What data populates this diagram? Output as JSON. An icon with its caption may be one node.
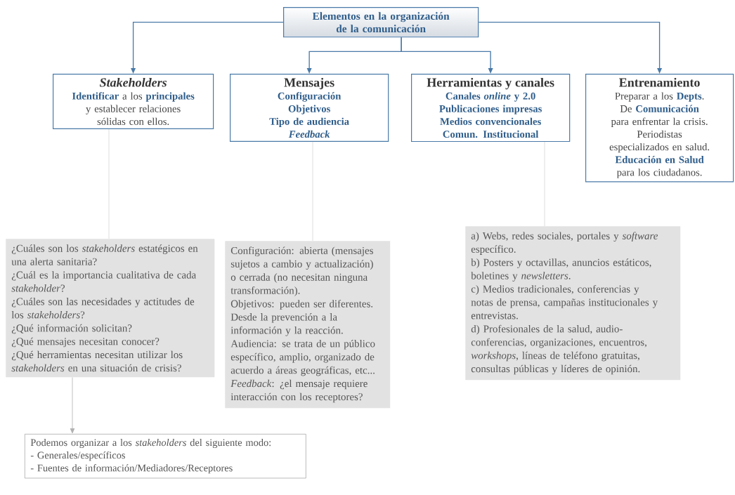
{
  "diagram": {
    "nodes": [
      {
        "text": [
          "Elementos en la organización de la comunicación"
        ]
      },
      {
        "text": [
          "*Stakeholders*",
          "**Identificar** a los **principales** y establecer relaciones sólidas con ellos."
        ]
      },
      {
        "text": [
          "Mensajes",
          "Configuración",
          "Objetivos",
          "Tipo de audiencia",
          "*Feedback*"
        ]
      },
      {
        "text": [
          "Herramientas y canales",
          "Canales *online* y 2.0",
          "Publicaciones impresas",
          "Medios convencionales",
          "Comun. Institucional"
        ]
      },
      {
        "text": [
          "Entrenamiento",
          "Preparar a los **Depts**. De **Comunicación** para enfrentar la crisis.",
          "Periodistas especializados en salud.",
          "**Educación en Salud** para los ciudadanos."
        ]
      },
      {
        "text": [
          "¿Cuáles son los *stakeholders* estatégicos en una alerta sanitaria?",
          "¿Cuál es la importancia cualitativa de cada *stakeholder*?",
          "¿Cuáles son las necesidades y actitudes de los *stakeholders*?",
          "¿Qué información solicitan?",
          "¿Qué mensajes necesitan conocer?",
          "¿Qué herramientas necesitan utilizar los *stakeholders* en una situación de crisis?"
        ]
      },
      {
        "text": [
          "Configuración: abierta (mensajes sujetos a cambio y actualización) o cerrada (no necesitan ninguna transformación).",
          "Objetivos: pueden ser diferentes. Desde la prevención a la información y la reacción.",
          "Audiencia: se trata de un público específico, amplio, organizado de acuerdo a áreas geográficas, etc...",
          "*Feedback*: ¿el mensaje requiere interacción con los receptores?"
        ]
      },
      {
        "text": [
          "a) Webs, redes sociales, portales y *software* específico.",
          "b) Posters y octavillas, anuncios estáticos, boletines y *newsletters*.",
          "c) Medios tradicionales, conferencias y notas de prensa, campañas institucionales y entrevistas.",
          "d) Profesionales de la salud, audio-conferencias, organizaciones, encuentros, *workshops*, líneas de teléfono gratuitas, consultas públicas y líderes de opinión."
        ]
      },
      {
        "text": [
          "Podemos organizar a los *stakeholders* del siguiente modo:",
          "- Generales/específicos",
          "- Fuentes de información/Mediadores/Receptores"
        ]
      }
    ],
    "edges": [
      {
        "from": 0,
        "to": 1,
        "arrow": "to"
      },
      {
        "from": 0,
        "to": 2,
        "arrow": "to"
      },
      {
        "from": 0,
        "to": 3,
        "arrow": "to"
      },
      {
        "from": 0,
        "to": 4,
        "arrow": "to"
      },
      {
        "from": 1,
        "to": 5,
        "arrow": "none",
        "color": "#d4d4d4"
      },
      {
        "from": 2,
        "to": 6,
        "arrow": "none",
        "color": "#d4d4d4"
      },
      {
        "from": 3,
        "to": 7,
        "arrow": "none",
        "color": "#d4d4d4"
      },
      {
        "from": 5,
        "to": 8,
        "arrow": "to",
        "color": "#b0b0b0"
      }
    ]
  }
}
